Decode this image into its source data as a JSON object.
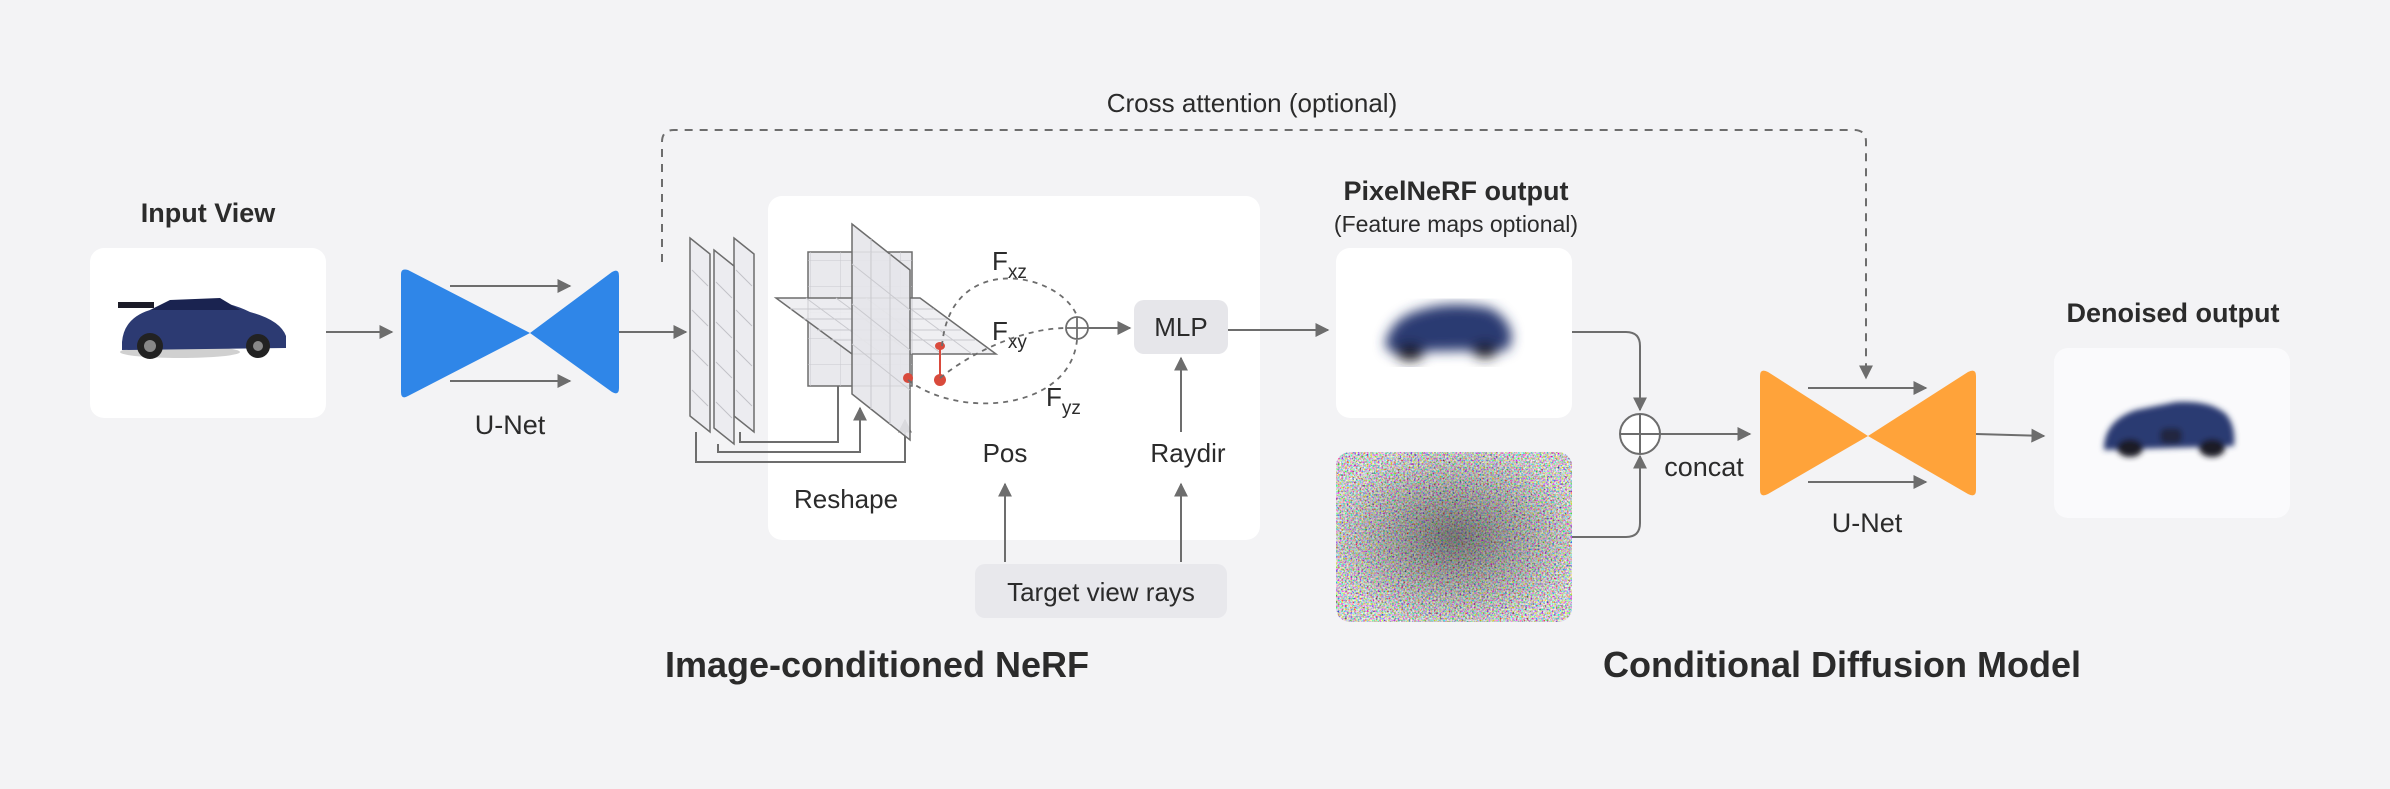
{
  "labels": {
    "input_view": "Input View",
    "unet_left": "U-Net",
    "reshape": "Reshape",
    "f_xz": "F",
    "f_xz_sub": "xz",
    "f_xy": "F",
    "f_xy_sub": "xy",
    "f_yz": "F",
    "f_yz_sub": "yz",
    "mlp": "MLP",
    "pos": "Pos",
    "raydir": "Raydir",
    "target_view_rays": "Target view rays",
    "cross_attention": "Cross attention (optional)",
    "pixelnerf_output": "PixelNeRF output",
    "feature_maps_optional": "(Feature maps optional)",
    "concat": "concat",
    "unet_right": "U-Net",
    "denoised_output": "Denoised output",
    "image_conditioned_nerf": "Image-conditioned NeRF",
    "conditional_diffusion_model": "Conditional Diffusion Model"
  },
  "colors": {
    "background": "#f3f3f5",
    "panel": "#ffffff",
    "unet_left": "#2f86e8",
    "unet_right": "#ffa33a",
    "arrow": "#6d6d6d",
    "mlp_box": "#e6e6ea",
    "rays_box": "#e8e8ec",
    "car_body": "#2c3a72",
    "point_red": "#d94a3c"
  },
  "icons": {
    "input_car": "car-image",
    "pixelnerf_car": "blurred-car-image",
    "noise": "noise-image",
    "denoised_car": "car-image",
    "sum": "circle-plus-icon"
  }
}
